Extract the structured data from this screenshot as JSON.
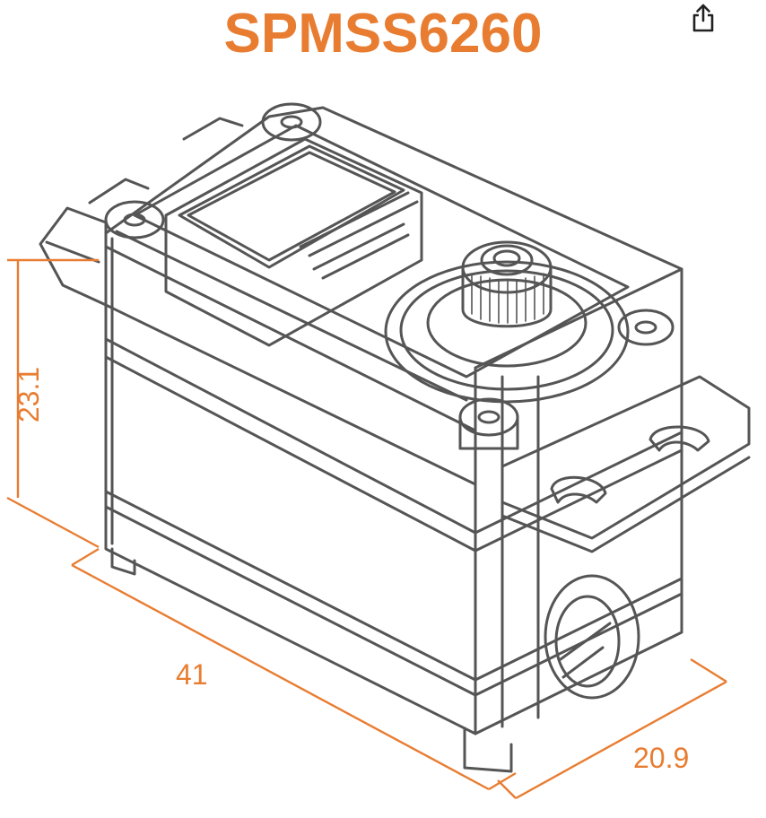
{
  "title": "SPMSS6260",
  "dimensions": {
    "height": "23.1",
    "length": "41",
    "width": "20.9"
  },
  "icons": {
    "share": "share-icon"
  },
  "colors": {
    "accent": "#e87d32",
    "line": "#555555",
    "background": "#ffffff"
  }
}
